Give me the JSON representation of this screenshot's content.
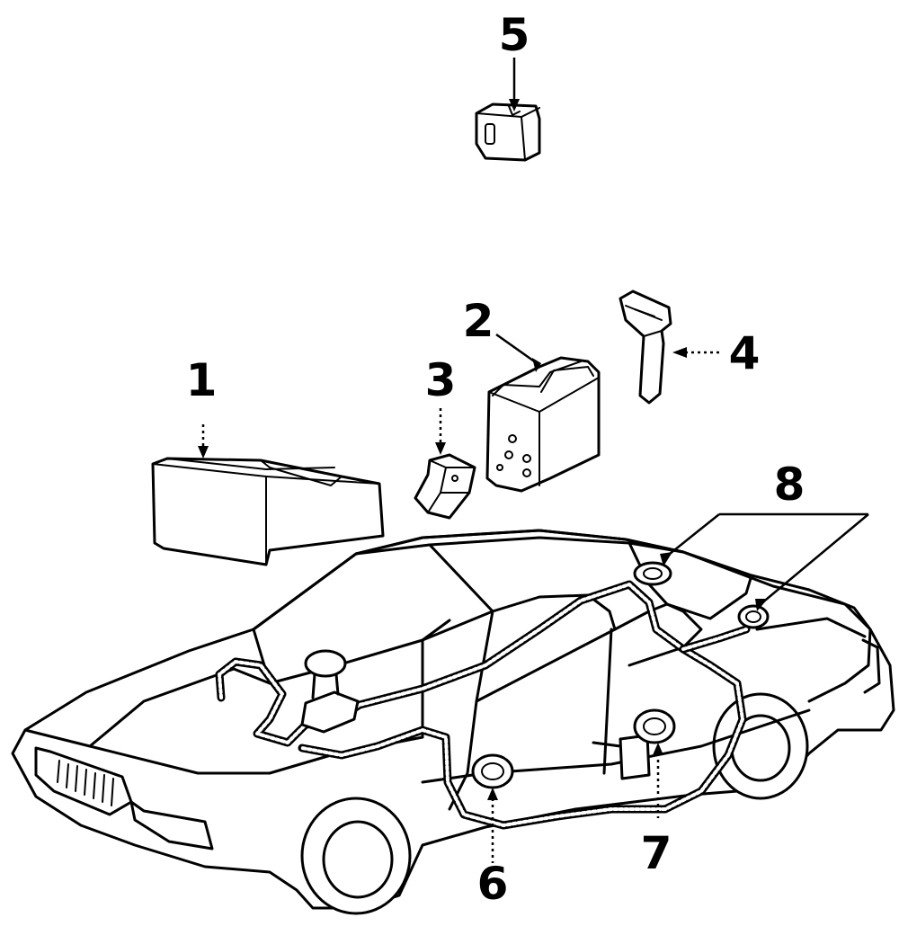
{
  "diagram": {
    "callouts": [
      {
        "id": "1",
        "label": "1"
      },
      {
        "id": "2",
        "label": "2"
      },
      {
        "id": "3",
        "label": "3"
      },
      {
        "id": "4",
        "label": "4"
      },
      {
        "id": "5",
        "label": "5"
      },
      {
        "id": "6",
        "label": "6"
      },
      {
        "id": "7",
        "label": "7"
      },
      {
        "id": "8",
        "label": "8"
      }
    ],
    "colors": {
      "line": "#000000",
      "background": "#ffffff"
    },
    "icons": [
      "radio-component-icon",
      "cd-changer-icon",
      "bracket-icon",
      "small-bracket-icon",
      "relay-module-icon",
      "speaker-icon",
      "vehicle-icon",
      "wiring-harness-icon"
    ]
  }
}
